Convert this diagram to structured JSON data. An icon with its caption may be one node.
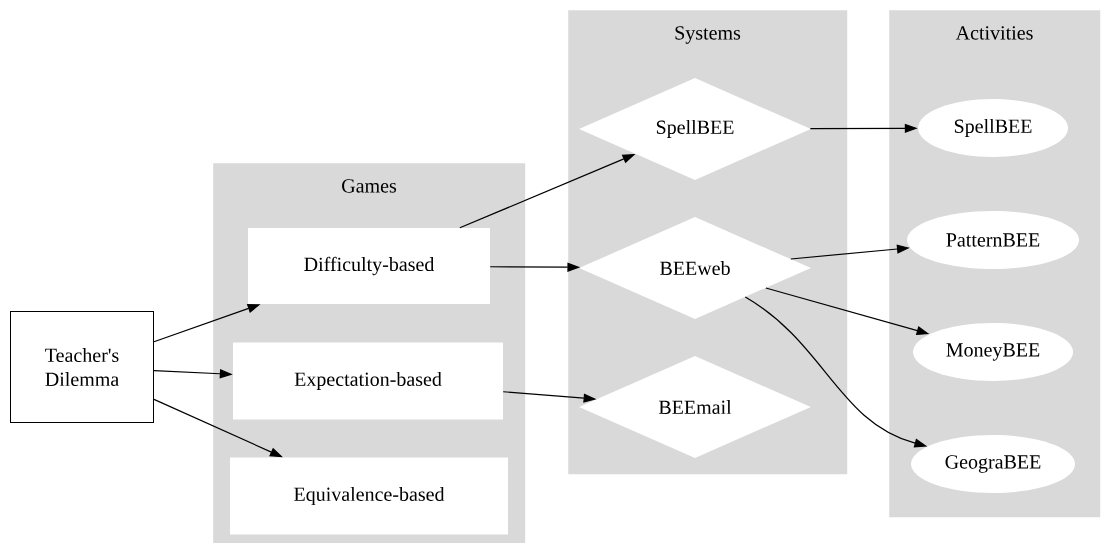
{
  "diagram": {
    "nodes": [
      {
        "text": [
          "Games"
        ]
      },
      {
        "text": [
          "Systems"
        ]
      },
      {
        "text": [
          "Activities"
        ]
      },
      {
        "text": [
          "Teacher's Dilemma"
        ]
      },
      {
        "text": [
          "Difficulty-based"
        ],
        "in": 0
      },
      {
        "text": [
          "Expectation-based"
        ],
        "in": 0
      },
      {
        "text": [
          "Equivalence-based"
        ],
        "in": 0
      },
      {
        "text": [
          "SpellBEE"
        ],
        "in": 1
      },
      {
        "text": [
          "BEEweb"
        ],
        "in": 1
      },
      {
        "text": [
          "BEEmail"
        ],
        "in": 1
      },
      {
        "text": [
          "SpellBEE"
        ],
        "in": 2
      },
      {
        "text": [
          "PatternBEE"
        ],
        "in": 2
      },
      {
        "text": [
          "MoneyBEE"
        ],
        "in": 2
      },
      {
        "text": [
          "GeograBEE"
        ],
        "in": 2
      }
    ],
    "edges": [
      {
        "from": 3,
        "to": 4,
        "arrow": "to"
      },
      {
        "from": 3,
        "to": 5,
        "arrow": "to"
      },
      {
        "from": 3,
        "to": 6,
        "arrow": "to"
      },
      {
        "from": 4,
        "to": 7,
        "arrow": "to"
      },
      {
        "from": 4,
        "to": 8,
        "arrow": "to"
      },
      {
        "from": 5,
        "to": 9,
        "arrow": "to"
      },
      {
        "from": 7,
        "to": 10,
        "arrow": "to"
      },
      {
        "from": 8,
        "to": 11,
        "arrow": "to"
      },
      {
        "from": 8,
        "to": 12,
        "arrow": "to"
      },
      {
        "from": 8,
        "to": 13,
        "arrow": "to"
      }
    ]
  }
}
